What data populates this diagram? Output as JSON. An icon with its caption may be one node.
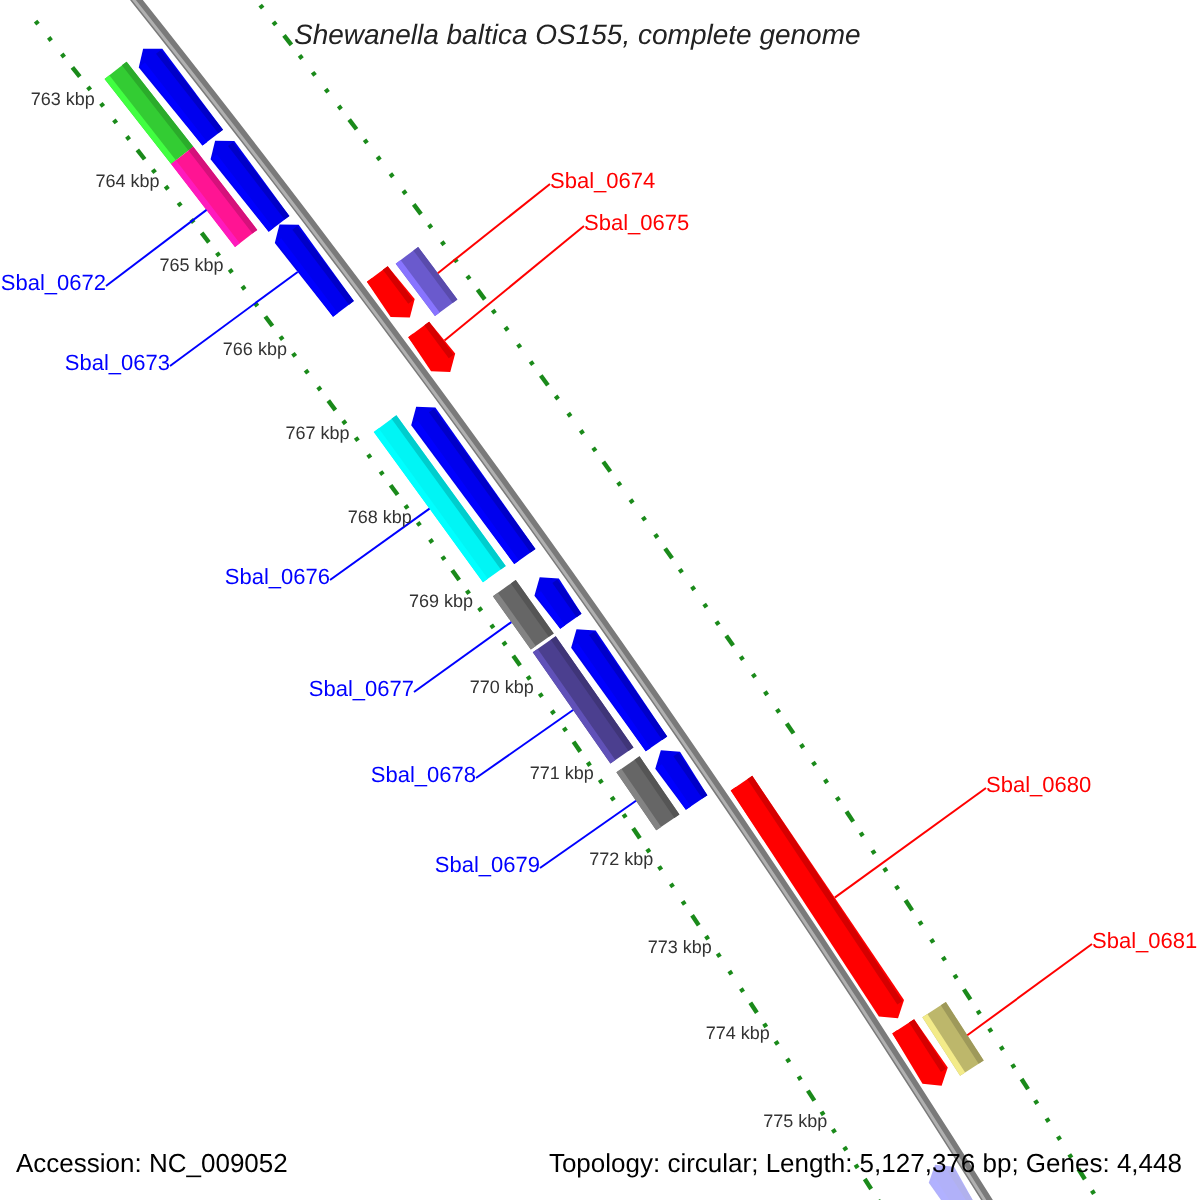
{
  "diagram": {
    "title": "Shewanella baltica OS155, complete genome",
    "nodes": [
      {
        "text": [
          "Sbal_0674"
        ]
      },
      {
        "text": [
          "Sbal_0675"
        ]
      },
      {
        "text": [
          "Sbal_0672"
        ]
      },
      {
        "text": [
          "Sbal_0673"
        ]
      },
      {
        "text": [
          "Sbal_0676"
        ]
      },
      {
        "text": [
          "Sbal_0677"
        ]
      },
      {
        "text": [
          "Sbal_0678"
        ]
      },
      {
        "text": [
          "Sbal_0680"
        ]
      },
      {
        "text": [
          "Sbal_0679"
        ]
      },
      {
        "text": [
          "Sbal_0681"
        ]
      },
      {
        "text": [],
        "shape": "pentagon"
      },
      {
        "text": [],
        "shape": "box"
      },
      {
        "text": [],
        "shape": "pentagon"
      },
      {
        "text": [],
        "shape": "box"
      },
      {
        "text": [],
        "shape": "pentagon"
      },
      {
        "text": [],
        "shape": "box"
      },
      {
        "text": [],
        "shape": "pentagon"
      },
      {
        "text": [],
        "shape": "pentagon"
      },
      {
        "text": [],
        "shape": "pentagon"
      },
      {
        "text": [],
        "shape": "box"
      },
      {
        "text": [],
        "shape": "pentagon"
      },
      {
        "text": [],
        "shape": "box"
      },
      {
        "text": [],
        "shape": "pentagon"
      },
      {
        "text": [],
        "shape": "box"
      },
      {
        "text": [],
        "shape": "pentagon"
      },
      {
        "text": [],
        "shape": "box"
      },
      {
        "text": [],
        "shape": "pentagon"
      },
      {
        "text": [],
        "shape": "box"
      },
      {
        "text": [],
        "shape": "pentagon"
      },
      {
        "text": [],
        "shape": "pentagon"
      }
    ],
    "edges": [
      {
        "from": 0,
        "to": 15,
        "arrow": "none",
        "color": "#ff0000"
      },
      {
        "from": 1,
        "to": 17,
        "arrow": "none",
        "color": "#ff0000"
      },
      {
        "from": 2,
        "to": 13,
        "arrow": "none"
      },
      {
        "from": 3,
        "to": 14,
        "arrow": "none"
      },
      {
        "from": 4,
        "to": 19,
        "arrow": "none"
      },
      {
        "from": 5,
        "to": 21,
        "arrow": "none"
      },
      {
        "from": 6,
        "to": 23,
        "arrow": "none"
      },
      {
        "from": 7,
        "to": 26,
        "arrow": "none",
        "color": "#ff0000"
      },
      {
        "from": 8,
        "to": 25,
        "arrow": "none"
      },
      {
        "from": 9,
        "to": 27,
        "arrow": "none",
        "color": "#ff0000"
      }
    ],
    "labels": [
      "763 kbp",
      "764 kbp",
      "765 kbp",
      "766 kbp",
      "767 kbp",
      "768 kbp",
      "769 kbp",
      "770 kbp",
      "771 kbp",
      "772 kbp",
      "773 kbp",
      "774 kbp",
      "775 kbp",
      "Accession: NC_009052",
      "Topology: circular; Length: 5,127,376 bp; Genes: 4,448"
    ]
  }
}
